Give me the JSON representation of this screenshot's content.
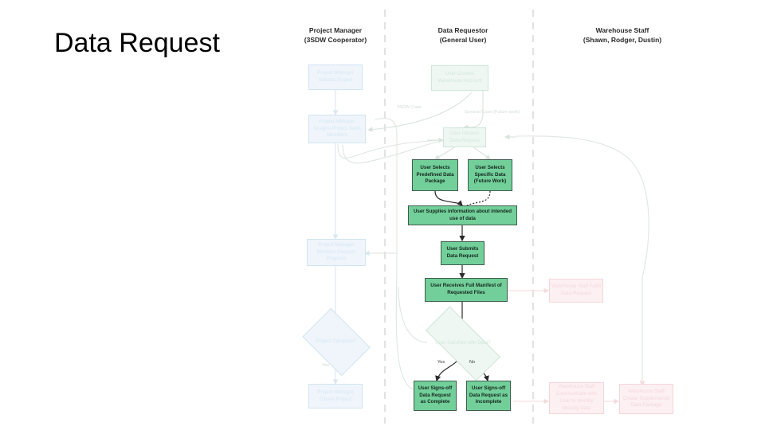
{
  "slide": {
    "title": "Data Request",
    "background": "#ffffff"
  },
  "colors": {
    "active_fill": "#72cf9a",
    "active_border": "#3f5c4c",
    "mint_fill": "#eef7f1",
    "blue_fill": "#eff5fb",
    "pink_fill": "#fdf0f2",
    "title_text": "#000000",
    "lane_header_text": "#2a2a2a"
  },
  "lanes": [
    {
      "id": "project-manager",
      "title": "Project Manager",
      "subtitle": "(3SDW Cooperator)"
    },
    {
      "id": "data-requestor",
      "title": "Data Requestor",
      "subtitle": "(General User)"
    },
    {
      "id": "warehouse-staff",
      "title": "Warehouse Staff",
      "subtitle": "(Shawn, Rodger, Dustin)"
    }
  ],
  "nodes": {
    "pm_initiates": "Project Manager Initiates Project",
    "pm_assigns": "Project Manager Assigns Project Team Members",
    "pm_monitors": "Project Manager Monitors Request Progress",
    "pm_project_complete": "Project Complete?",
    "pm_closes": "Project Manager Closes Project",
    "user_creates_account": "User Creates Warehouse Account",
    "user_initiates_request": "User Initiates Data Request",
    "user_selects_predefined": "User Selects Predefined Data Package",
    "user_selects_specific": "User Selects Specific Data (Future Work)",
    "user_supplies_info": "User Supplies information about intended use of data",
    "user_submits_request": "User Submits Data Request",
    "user_receives_manifest": "User Receives Full Manifest of Requested Files",
    "user_satisfied": "User Satisfied with Data?",
    "user_signoff_complete": "User Signs-off Data Request as Complete",
    "user_signoff_incomplete": "User Signs-off Data Request as Incomplete",
    "ws_fulfill": "Warehouse Staff Fulfill Data Request",
    "ws_communicate": "Warehouse Staff Communicate with User to Identify Missing Data",
    "ws_supplemental": "Warehouse Staff Create Supplemental Data Package"
  },
  "edge_labels": {
    "case_3sdw": "3SDW Case",
    "case_general": "General Case (Future work)",
    "pm_yes": "Yes",
    "sat_yes": "Yes",
    "sat_no": "No"
  }
}
